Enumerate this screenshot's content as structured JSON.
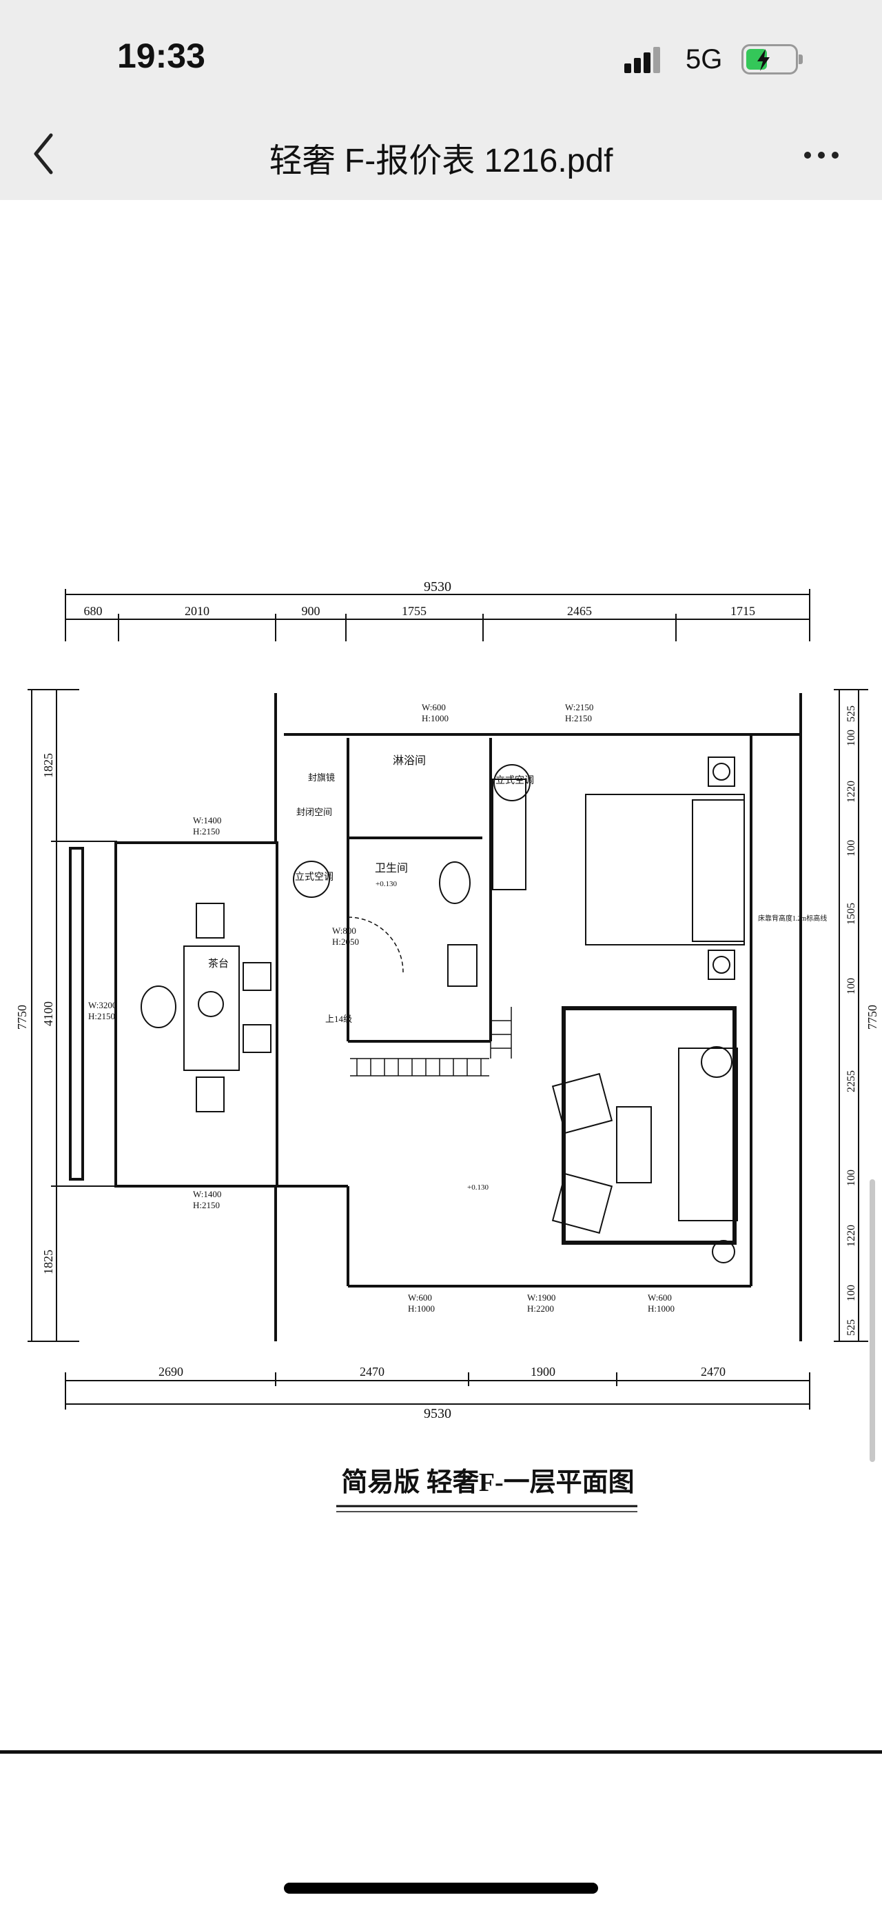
{
  "status_bar": {
    "time": "19:33",
    "network": "5G"
  },
  "header": {
    "title": "轻奢 F-报价表 1216.pdf"
  },
  "plan": {
    "caption": "简易版  轻奢F-一层平面图",
    "dims_top": [
      "680",
      "2010",
      "900",
      "1755",
      "2465",
      "1715"
    ],
    "dims_top_total": "9530",
    "dims_bottom": [
      "2690",
      "2470",
      "1900",
      "2470"
    ],
    "dims_bottom_total": "9530",
    "dims_left": [
      "1825",
      "4100",
      "1825"
    ],
    "dims_left_total": "7750",
    "dims_right": [
      "525",
      "100",
      "1220",
      "100",
      "1505",
      "100",
      "2255",
      "100",
      "1220",
      "100",
      "525"
    ],
    "dims_right_total": "7750",
    "rooms": {
      "shower": "淋浴间",
      "toilet": "卫生间",
      "storage_mirror": "封旗镜",
      "storage_space": "封闭空间",
      "tea_table": "茶台",
      "ac_left": "立式空调",
      "ac_right": "立式空调",
      "stairs": "上14级",
      "side_note": "床靠背高度1.2m标高线"
    },
    "windows": {
      "top_shower": [
        "W:600",
        "H:1000"
      ],
      "top_bed": [
        "W:2150",
        "H:2150"
      ],
      "left_top": [
        "W:1400",
        "H:2150"
      ],
      "left_side": [
        "W:3200",
        "H:2150"
      ],
      "left_bottom": [
        "W:1400",
        "H:2150"
      ],
      "door_bath": [
        "W:800",
        "H:2050"
      ],
      "bottom_1": [
        "W:600",
        "H:1000"
      ],
      "bottom_2": [
        "W:1900",
        "H:2200"
      ],
      "bottom_3": [
        "W:600",
        "H:1000"
      ]
    },
    "levels": [
      "+0.130",
      "+0.130"
    ]
  }
}
